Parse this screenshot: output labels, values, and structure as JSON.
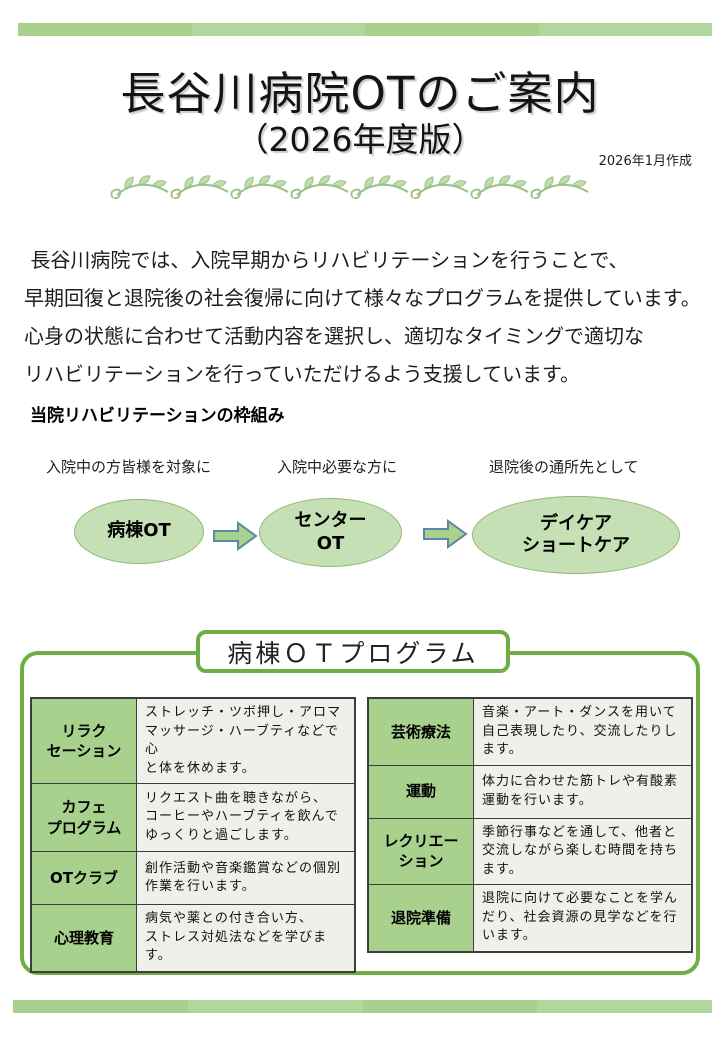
{
  "page": {
    "title": "長谷川病院OTのご案内",
    "subtitle": "（2026年度版）",
    "date_note": "2026年1月作成",
    "intro_lines": [
      " 長谷川病院では、入院早期からリハビリテーションを行うことで、",
      "早期回復と退院後の社会復帰に向けて様々なプログラムを提供しています。",
      "心身の状態に合わせて活動内容を選択し、適切なタイミングで適切な",
      "リハビリテーションを行っていただけるよう支援しています。"
    ],
    "framework_heading": "当院リハビリテーションの枠組み"
  },
  "flow": {
    "steps": [
      {
        "label": "入院中の方皆様を対象に",
        "name": "病棟OT"
      },
      {
        "label": "入院中必要な方に",
        "name": "センター\nOT"
      },
      {
        "label": "退院後の通所先として",
        "name": "デイケア\nショートケア"
      }
    ]
  },
  "program": {
    "heading": "病棟ＯＴプログラム",
    "left_table": [
      {
        "name": "リラク\nセーション",
        "desc": "ストレッチ・ツボ押し・アロマ\nマッサージ・ハーブティなどで心\nと体を休めます。"
      },
      {
        "name": "カフェ\nプログラム",
        "desc": "リクエスト曲を聴きながら、\nコーヒーやハーブティを飲んで\nゆっくりと過ごします。"
      },
      {
        "name": "OTクラブ",
        "desc": "創作活動や音楽鑑賞などの個別\n作業を行います。"
      },
      {
        "name": "心理教育",
        "desc": "病気や薬との付き合い方、\nストレス対処法などを学びます。"
      }
    ],
    "right_table": [
      {
        "name": "芸術療法",
        "desc": "音楽・アート・ダンスを用いて\n自己表現したり、交流したりし\nます。"
      },
      {
        "name": "運動",
        "desc": "体力に合わせた筋トレや有酸素\n運動を行います。"
      },
      {
        "name": "レクリエー\nション",
        "desc": "季節行事などを通して、他者と\n交流しながら楽しむ時間を持ち\nます。"
      },
      {
        "name": "退院準備",
        "desc": "退院に向けて必要なことを学ん\nだり、社会資源の見学などを行\nいます。"
      }
    ]
  },
  "colors": {
    "bar_green": "#a9d18e",
    "bar_green_light": "#b2d79d",
    "box_border_green": "#6fae44",
    "ellipse_fill": "#c5e0b4",
    "ellipse_border": "#8fb878",
    "arrow_fill": "#a9d18e",
    "arrow_border": "#5b87a8",
    "table_header_bg": "#a9d18e",
    "table_cell_bg": "#edf1e9",
    "vine_green": "#9dc285"
  }
}
